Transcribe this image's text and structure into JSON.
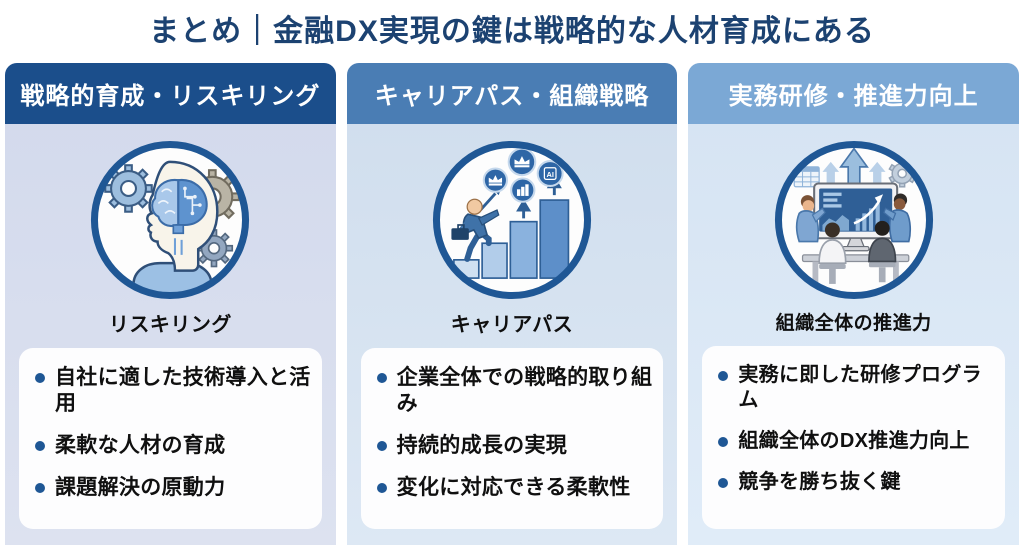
{
  "title": "まとめ｜金融DX実現の鍵は戦略的な人材育成にある",
  "colors": {
    "title_text": "#1c4271",
    "header1_bg": "#1b4e8b",
    "header2_bg": "#4a7db4",
    "header3_bg": "#7ba8d5",
    "column1_bg": "#d3daec",
    "column2_bg": "#d0ddee",
    "column3_bg": "#d6e4f2",
    "card_bg": "#fdfdfe",
    "bullet_dot": "#1f5795",
    "icon_ring": "#1f5795"
  },
  "columns": [
    {
      "header": "戦略的育成・リスキリング",
      "icon": "brain-gears-icon",
      "caption": "リスキリング",
      "bullets": [
        "自社に適した技術導入と活用",
        "柔軟な人材の育成",
        "課題解決の原動力"
      ]
    },
    {
      "header": "キャリアパス・組織戦略",
      "icon": "career-stairs-icon",
      "caption": "キャリアパス",
      "bullets": [
        "企業全体での戦略的取り組み",
        "持続的成長の実現",
        "変化に対応できる柔軟性"
      ]
    },
    {
      "header": "実務研修・推進力向上",
      "icon": "team-monitor-icon",
      "caption": "組織全体の推進力",
      "bullets": [
        "実務に即した研修プログラム",
        "組織全体のDX推進力向上",
        "競争を勝ち抜く鍵"
      ]
    }
  ]
}
